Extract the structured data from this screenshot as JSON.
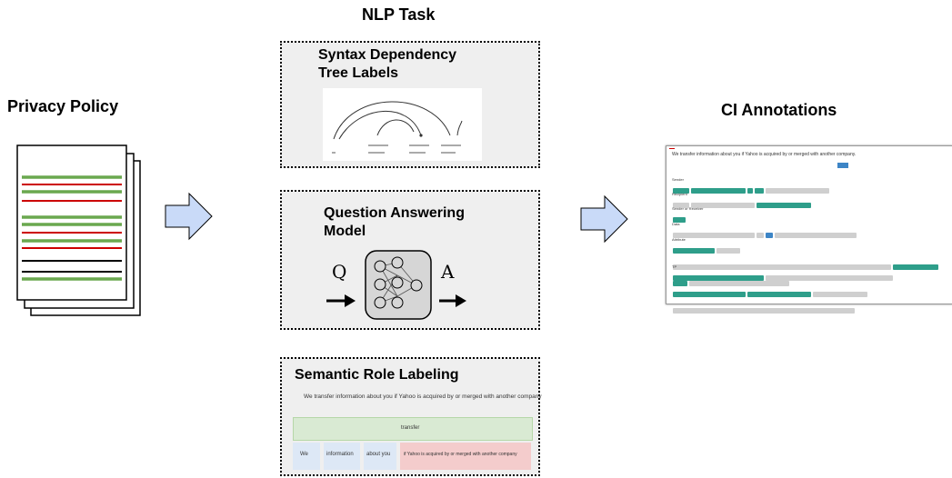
{
  "titles": {
    "privacy_policy": "Privacy Policy",
    "nlp_task": "NLP Task",
    "ci_annotations": "CI Annotations"
  },
  "tasks": {
    "syntax": {
      "label_line1": "Syntax Dependency",
      "label_line2": "Tree Labels"
    },
    "qa": {
      "label_line1": "Question Answering",
      "label_line2": "Model",
      "q": "Q",
      "a": "A"
    },
    "srl": {
      "label": "Semantic Role Labeling",
      "sentence": "We  transfer  information  about you  if Yahoo is acquired by or merged with another company",
      "predicate": "transfer",
      "args": [
        "We",
        "information",
        "about you",
        "if Yahoo is acquired by or merged with another company"
      ]
    }
  },
  "ci": {
    "sentence": "We transfer information about you if Yahoo is acquired by or merged with another company.",
    "fields": [
      "Sender",
      "Recipient",
      "Sender or Receiver",
      "Data",
      "Attribute",
      "TP"
    ]
  },
  "colors": {
    "green_line": "#6aa84f",
    "red_line": "#cc0000",
    "arrow_fill": "#c9daf8",
    "box_bg": "#efefef",
    "teal_chip": "#2e9e8a",
    "gray_chip": "#cfcfcf",
    "srl_green": "#d9ead3",
    "srl_pink": "#f4cccc",
    "srl_blue": "#dde8f6"
  }
}
